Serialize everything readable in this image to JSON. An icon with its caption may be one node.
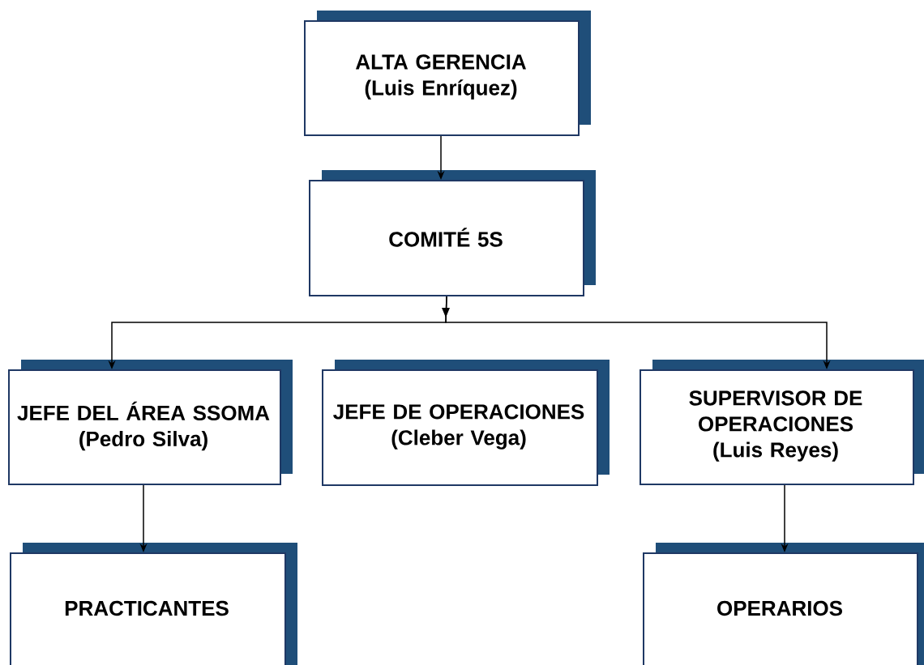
{
  "diagram": {
    "nodes": [
      {
        "text": [
          "ALTA GERENCIA",
          "(Luis Enríquez)"
        ]
      },
      {
        "text": [
          "COMITÉ 5S"
        ]
      },
      {
        "text": [
          "JEFE DEL ÁREA SSOMA",
          "(Pedro Silva)"
        ]
      },
      {
        "text": [
          "JEFE DE OPERACIONES",
          "(Cleber Vega)"
        ]
      },
      {
        "text": [
          "SUPERVISOR DE OPERACIONES",
          "(Luis Reyes)"
        ]
      },
      {
        "text": [
          "PRACTICANTES"
        ]
      },
      {
        "text": [
          "OPERARIOS"
        ]
      }
    ],
    "edges": [
      {
        "from": 0,
        "to": 1,
        "arrow": "to"
      },
      {
        "from": 1,
        "to": 2,
        "arrow": "to"
      },
      {
        "from": 1,
        "to": 4,
        "arrow": "to"
      },
      {
        "from": 2,
        "to": 5,
        "arrow": "to"
      },
      {
        "from": 4,
        "to": 6,
        "arrow": "to"
      }
    ]
  }
}
